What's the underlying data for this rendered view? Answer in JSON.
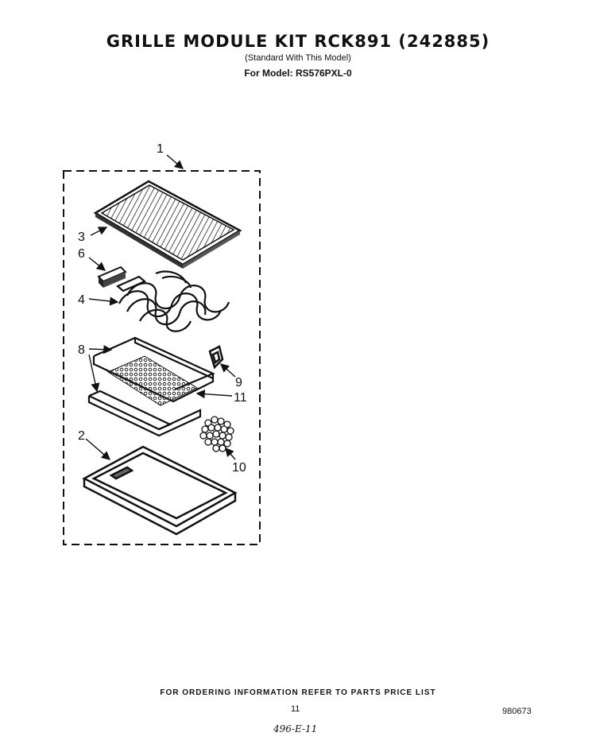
{
  "header": {
    "title": "GRILLE MODULE KIT  RCK891  (242885)",
    "subtitle": "(Standard With This Model)",
    "model": "For Model: RS576PXL-0"
  },
  "callouts": [
    "1",
    "3",
    "6",
    "4",
    "8",
    "9",
    "11",
    "2",
    "10"
  ],
  "footer": {
    "ordering_note": "FOR ORDERING INFORMATION REFER TO PARTS PRICE LIST",
    "page_number": "11",
    "document_number": "980673",
    "handwritten_note": "496-E-11"
  }
}
